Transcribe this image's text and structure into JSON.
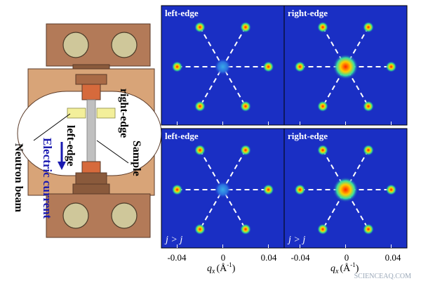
{
  "diagram": {
    "labels": {
      "sample": "Sample",
      "right_edge": "right-edge",
      "left_edge": "left-edge",
      "neutron_beam": "Neutron beam",
      "electric_current": "Electric current"
    }
  },
  "panels": [
    {
      "id": "top-left",
      "label": "left-edge",
      "note": ""
    },
    {
      "id": "top-right",
      "label": "right-edge",
      "note": ""
    },
    {
      "id": "bottom-left",
      "label": "left-edge",
      "note": "j > j"
    },
    {
      "id": "bottom-right",
      "label": "right-edge",
      "note": "j > j"
    }
  ],
  "axis": {
    "ticks": [
      "-0.04",
      "0",
      "0.04"
    ],
    "xlabel_main": "q",
    "xlabel_sub": "x",
    "xlabel_unit": "(Å",
    "xlabel_exp": "-1",
    "xlabel_close": ")"
  },
  "watermark": "SCIENCEAQ.COM",
  "colors": {
    "block": "#b37a58",
    "dark_block": "#8a5a3c",
    "plate": "#d8a478",
    "copper": "#d66a3c",
    "yellow": "#f3ef9a",
    "panel_bg": "#1a2fc4",
    "arrow": "#1a1ab0",
    "dash": "#ffffff"
  }
}
